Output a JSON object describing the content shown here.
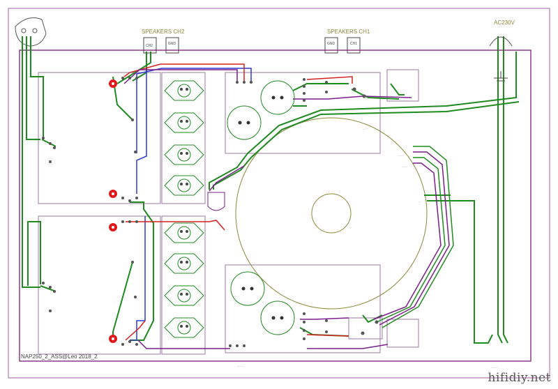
{
  "labels": {
    "speakers_ch2": "SPEAKERS CH2",
    "speakers_ch1": "SPEAKERS CH1",
    "ac": "AC230V",
    "ch2_plus": "CH2",
    "ch2_gnd": "GND",
    "ch1_gnd": "GND",
    "ch1_plus": "CH1",
    "title": "NAP250_2_ASS@Leo 2018_2",
    "watermark": "hifidiy.net"
  },
  "colors": {
    "frame": "#8a3a8a",
    "green": "#1f8a1f",
    "blue": "#2a3ad0",
    "red": "#d42020",
    "purple": "#7a1f8a",
    "olive": "#8a8a3a",
    "pcb": "#9a7aa0"
  }
}
